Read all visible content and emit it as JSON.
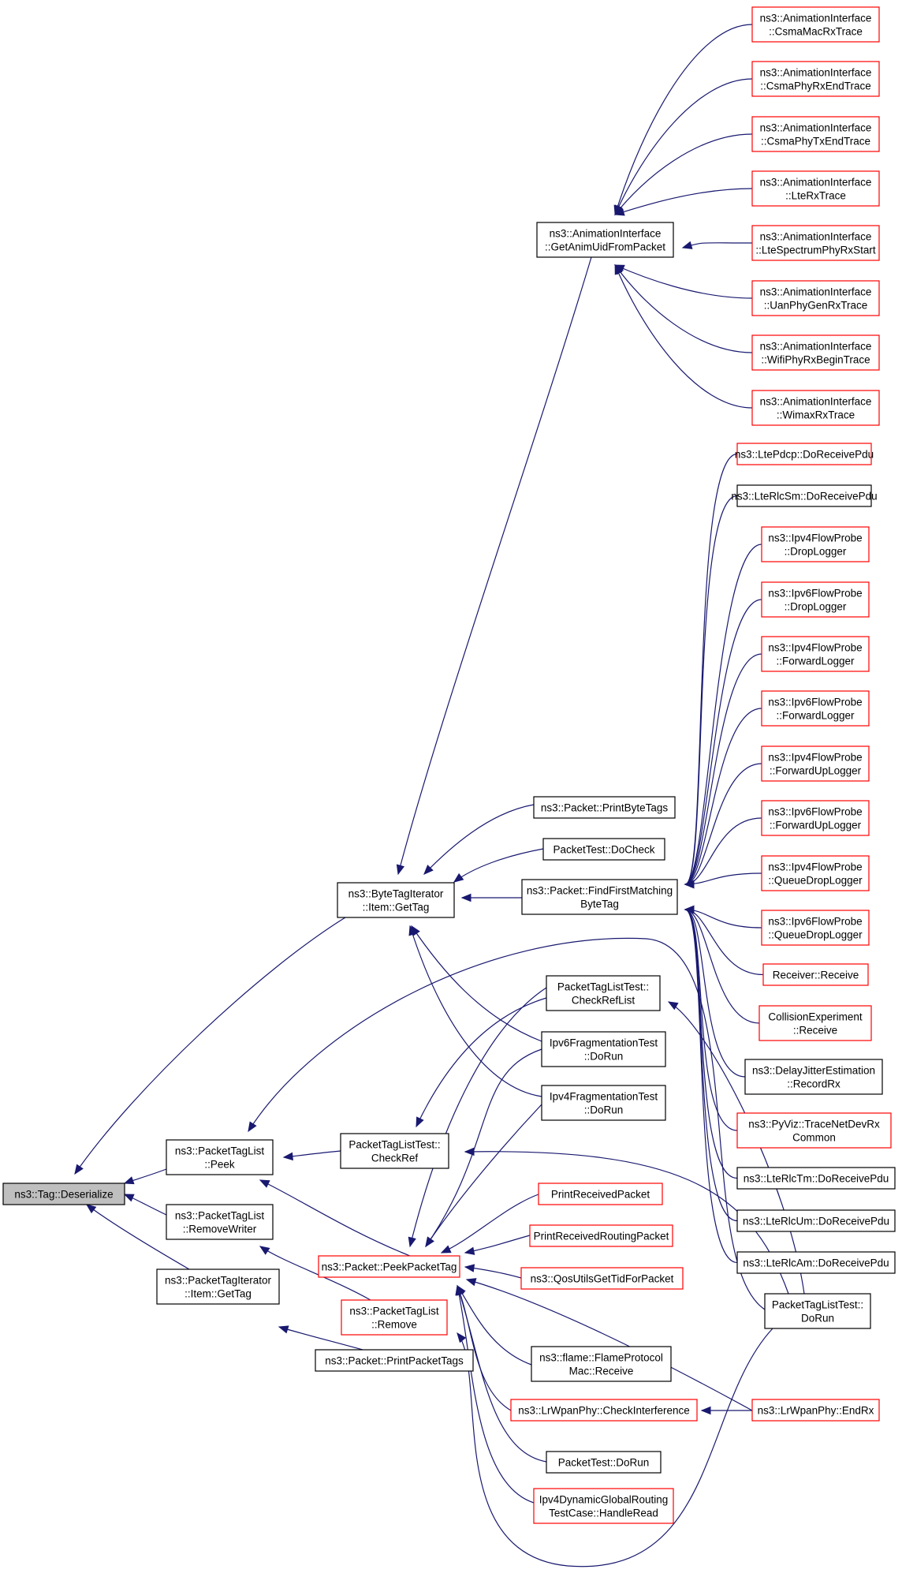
{
  "colors": {
    "edge": "#191970",
    "node_border_black": "#000000",
    "node_border_red": "#ff0000",
    "root_fill": "#bfbfbf",
    "node_fill": "#ffffff"
  },
  "nodes": [
    {
      "id": "root",
      "lines": [
        "ns3::Tag::Deserialize"
      ],
      "border": "black",
      "root": true
    },
    {
      "id": "bti",
      "lines": [
        "ns3::ByteTagIterator",
        "::Item::GetTag"
      ],
      "border": "black"
    },
    {
      "id": "ptl_peek",
      "lines": [
        "ns3::PacketTagList",
        "::Peek"
      ],
      "border": "black"
    },
    {
      "id": "ptl_rw",
      "lines": [
        "ns3::PacketTagList",
        "::RemoveWriter"
      ],
      "border": "black"
    },
    {
      "id": "pti",
      "lines": [
        "ns3::PacketTagIterator",
        "::Item::GetTag"
      ],
      "border": "black"
    },
    {
      "id": "anim_get",
      "lines": [
        "ns3::AnimationInterface",
        "::GetAnimUidFromPacket"
      ],
      "border": "black"
    },
    {
      "id": "a1",
      "lines": [
        "ns3::AnimationInterface",
        "::CsmaMacRxTrace"
      ],
      "border": "red"
    },
    {
      "id": "a2",
      "lines": [
        "ns3::AnimationInterface",
        "::CsmaPhyRxEndTrace"
      ],
      "border": "red"
    },
    {
      "id": "a3",
      "lines": [
        "ns3::AnimationInterface",
        "::CsmaPhyTxEndTrace"
      ],
      "border": "red"
    },
    {
      "id": "a4",
      "lines": [
        "ns3::AnimationInterface",
        "::LteRxTrace"
      ],
      "border": "red"
    },
    {
      "id": "a5",
      "lines": [
        "ns3::AnimationInterface",
        "::LteSpectrumPhyRxStart"
      ],
      "border": "red"
    },
    {
      "id": "a6",
      "lines": [
        "ns3::AnimationInterface",
        "::UanPhyGenRxTrace"
      ],
      "border": "red"
    },
    {
      "id": "a7",
      "lines": [
        "ns3::AnimationInterface",
        "::WifiPhyRxBeginTrace"
      ],
      "border": "red"
    },
    {
      "id": "a8",
      "lines": [
        "ns3::AnimationInterface",
        "::WimaxRxTrace"
      ],
      "border": "red"
    },
    {
      "id": "ppbt",
      "lines": [
        "ns3::Packet::PrintByteTags"
      ],
      "border": "black"
    },
    {
      "id": "ptdc",
      "lines": [
        "PacketTest::DoCheck"
      ],
      "border": "black"
    },
    {
      "id": "ffm",
      "lines": [
        "ns3::Packet::FindFirstMatching",
        "ByteTag"
      ],
      "border": "black"
    },
    {
      "id": "f1",
      "lines": [
        "ns3::LtePdcp::DoReceivePdu"
      ],
      "border": "red"
    },
    {
      "id": "f2",
      "lines": [
        "ns3::LteRlcSm::DoReceivePdu"
      ],
      "border": "black"
    },
    {
      "id": "f3",
      "lines": [
        "ns3::Ipv4FlowProbe",
        "::DropLogger"
      ],
      "border": "red"
    },
    {
      "id": "f4",
      "lines": [
        "ns3::Ipv6FlowProbe",
        "::DropLogger"
      ],
      "border": "red"
    },
    {
      "id": "f5",
      "lines": [
        "ns3::Ipv4FlowProbe",
        "::ForwardLogger"
      ],
      "border": "red"
    },
    {
      "id": "f6",
      "lines": [
        "ns3::Ipv6FlowProbe",
        "::ForwardLogger"
      ],
      "border": "red"
    },
    {
      "id": "f7",
      "lines": [
        "ns3::Ipv4FlowProbe",
        "::ForwardUpLogger"
      ],
      "border": "red"
    },
    {
      "id": "f8",
      "lines": [
        "ns3::Ipv6FlowProbe",
        "::ForwardUpLogger"
      ],
      "border": "red"
    },
    {
      "id": "f9",
      "lines": [
        "ns3::Ipv4FlowProbe",
        "::QueueDropLogger"
      ],
      "border": "red"
    },
    {
      "id": "f10",
      "lines": [
        "ns3::Ipv6FlowProbe",
        "::QueueDropLogger"
      ],
      "border": "red"
    },
    {
      "id": "f11",
      "lines": [
        "Receiver::Receive"
      ],
      "border": "red"
    },
    {
      "id": "f12",
      "lines": [
        "CollisionExperiment",
        "::Receive"
      ],
      "border": "red"
    },
    {
      "id": "f13",
      "lines": [
        "ns3::DelayJitterEstimation",
        "::RecordRx"
      ],
      "border": "black"
    },
    {
      "id": "f14",
      "lines": [
        "ns3::PyViz::TraceNetDevRx",
        "Common"
      ],
      "border": "red"
    },
    {
      "id": "f15",
      "lines": [
        "ns3::LteRlcTm::DoReceivePdu"
      ],
      "border": "black"
    },
    {
      "id": "f16",
      "lines": [
        "ns3::LteRlcUm::DoReceivePdu"
      ],
      "border": "black"
    },
    {
      "id": "f17",
      "lines": [
        "ns3::LteRlcAm::DoReceivePdu"
      ],
      "border": "black"
    },
    {
      "id": "ptlt_dorun",
      "lines": [
        "PacketTagListTest::",
        "DoRun"
      ],
      "border": "black"
    },
    {
      "id": "ptlt_crl",
      "lines": [
        "PacketTagListTest::",
        "CheckRefList"
      ],
      "border": "black"
    },
    {
      "id": "ipv6frag",
      "lines": [
        "Ipv6FragmentationTest",
        "::DoRun"
      ],
      "border": "black"
    },
    {
      "id": "ipv4frag",
      "lines": [
        "Ipv4FragmentationTest",
        "::DoRun"
      ],
      "border": "black"
    },
    {
      "id": "ptlt_cr",
      "lines": [
        "PacketTagListTest::",
        "CheckRef"
      ],
      "border": "black"
    },
    {
      "id": "peekpt",
      "lines": [
        "ns3::Packet::PeekPacketTag"
      ],
      "border": "red"
    },
    {
      "id": "prp",
      "lines": [
        "PrintReceivedPacket"
      ],
      "border": "red"
    },
    {
      "id": "prrp",
      "lines": [
        "PrintReceivedRoutingPacket"
      ],
      "border": "red"
    },
    {
      "id": "qos",
      "lines": [
        "ns3::QosUtilsGetTidForPacket"
      ],
      "border": "red"
    },
    {
      "id": "ptl_remove",
      "lines": [
        "ns3::PacketTagList",
        "::Remove"
      ],
      "border": "red"
    },
    {
      "id": "ppt",
      "lines": [
        "ns3::Packet::PrintPacketTags"
      ],
      "border": "black"
    },
    {
      "id": "flame",
      "lines": [
        "ns3::flame::FlameProtocol",
        "Mac::Receive"
      ],
      "border": "black"
    },
    {
      "id": "lrci",
      "lines": [
        "ns3::LrWpanPhy::CheckInterference"
      ],
      "border": "red"
    },
    {
      "id": "lrend",
      "lines": [
        "ns3::LrWpanPhy::EndRx"
      ],
      "border": "red"
    },
    {
      "id": "ptdorun",
      "lines": [
        "PacketTest::DoRun"
      ],
      "border": "black"
    },
    {
      "id": "ipv4dyn",
      "lines": [
        "Ipv4DynamicGlobalRouting",
        "TestCase::HandleRead"
      ],
      "border": "red"
    }
  ]
}
